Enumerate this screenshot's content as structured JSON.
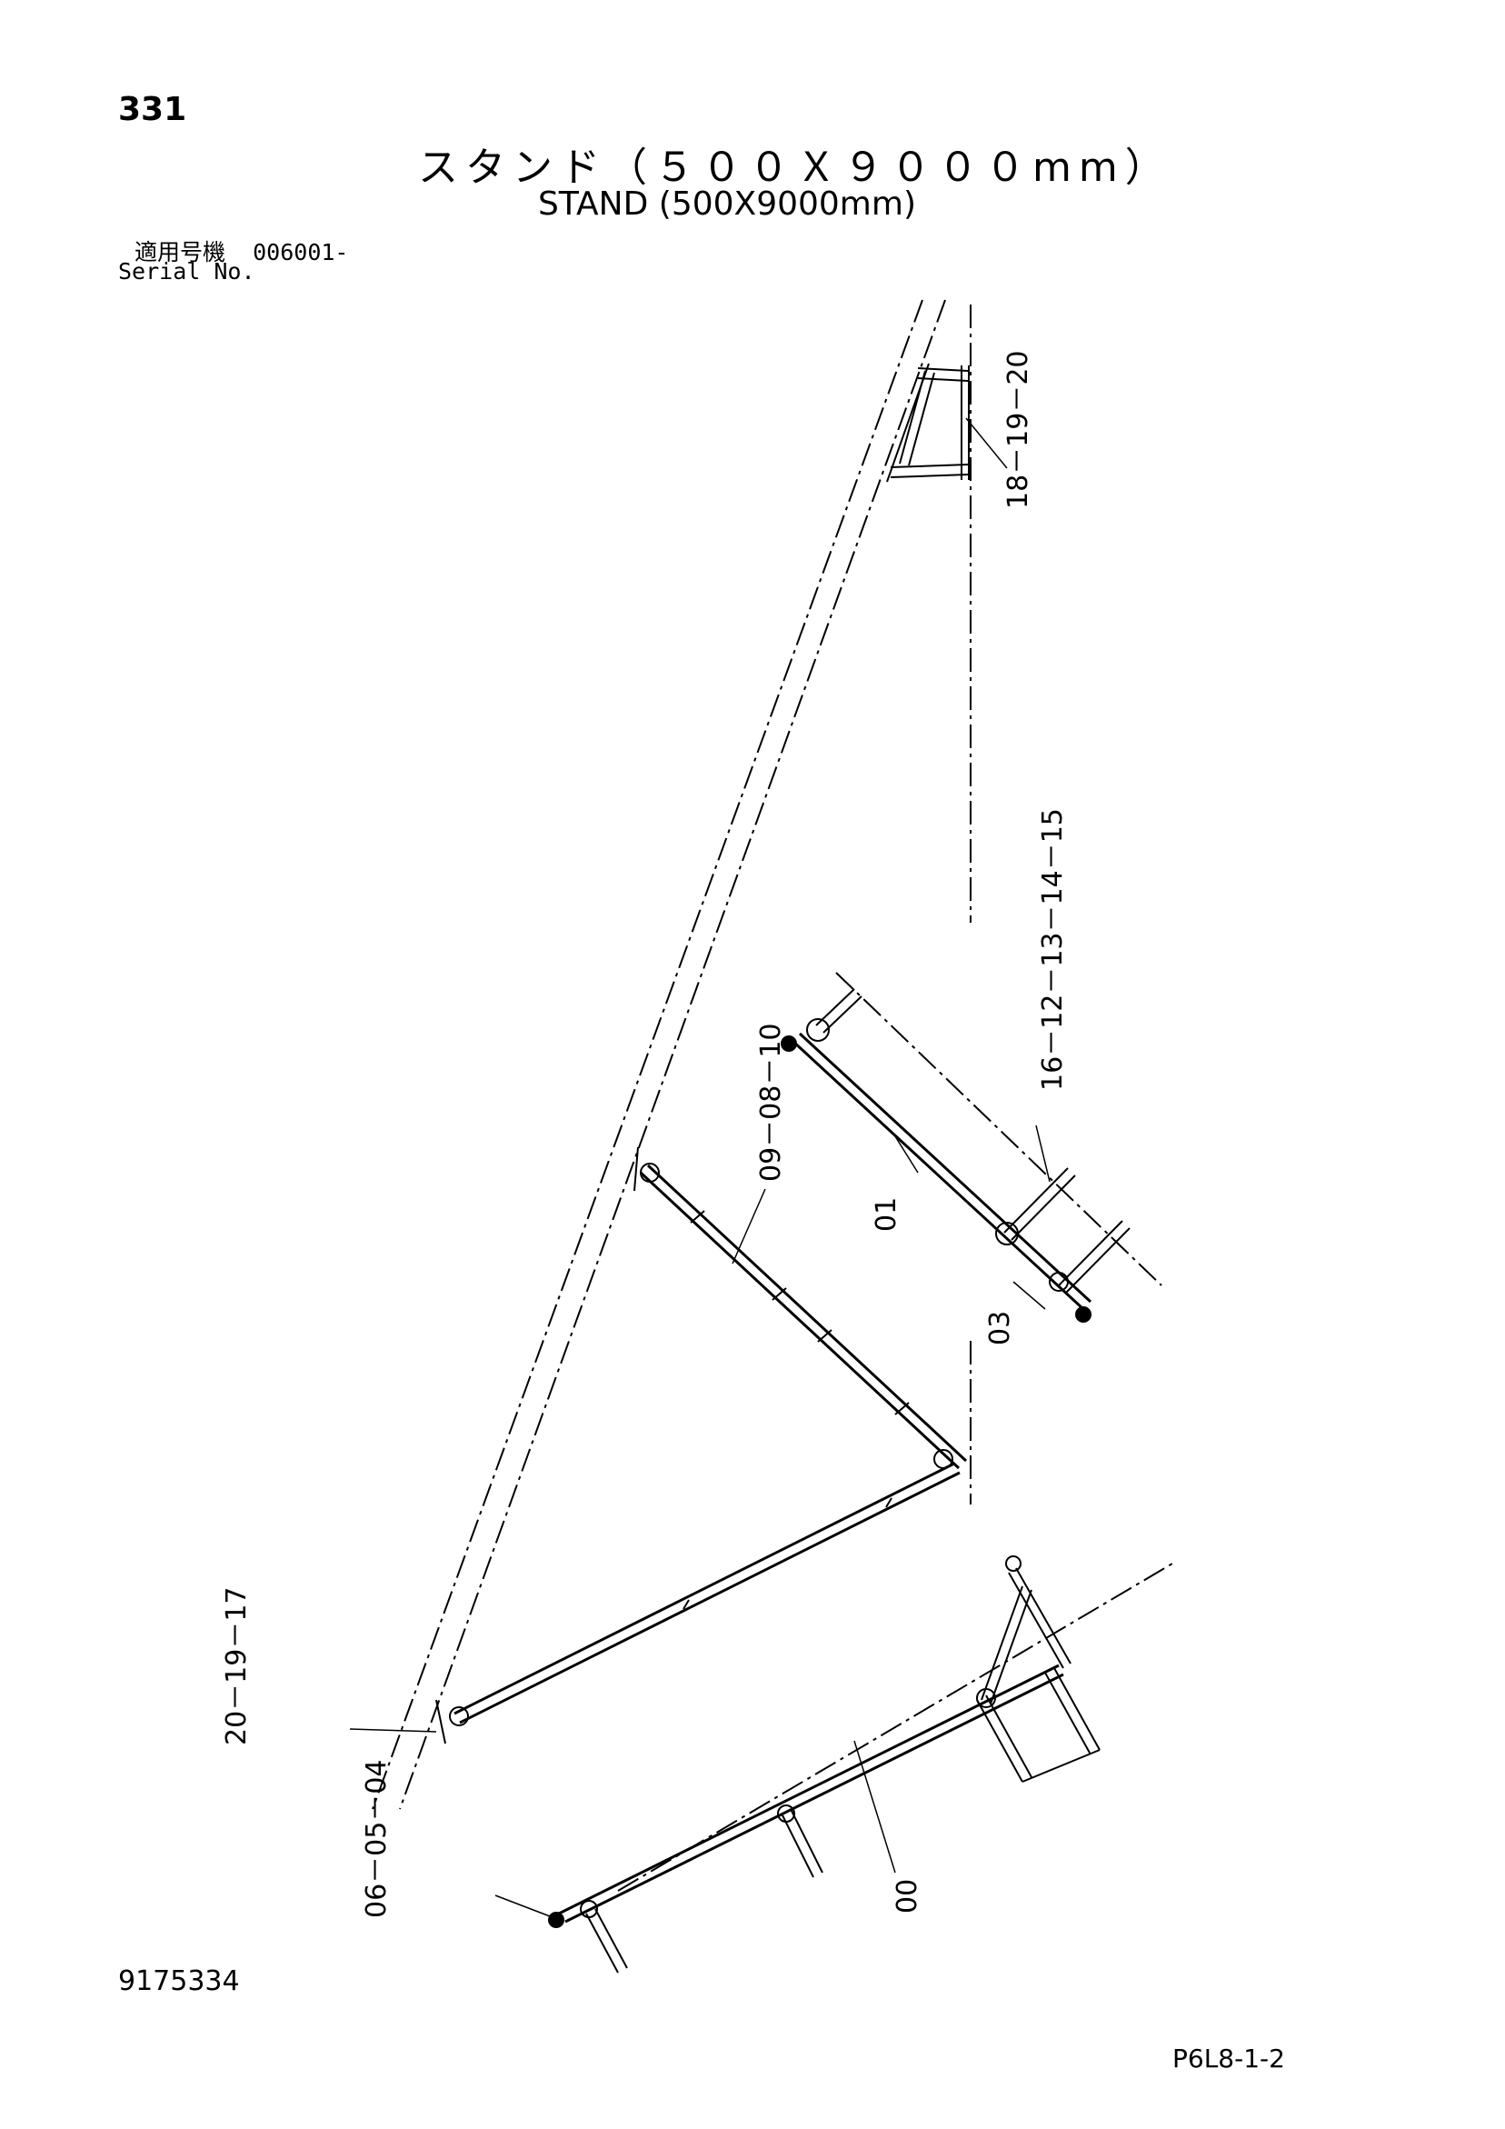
{
  "header": {
    "page_number": "331",
    "title_ja": "スタンド（５００Ｘ９０００mm）",
    "title_en": "STAND (500X9000mm)",
    "serial_label_ja": "適用号機",
    "serial_value": "006001-",
    "serial_label_en": "Serial No."
  },
  "footer": {
    "drawing_number": "9175334",
    "page_ref": "P6L8-1-2"
  },
  "callouts": [
    {
      "id": "c-18-19-20",
      "text": "18－19－20"
    },
    {
      "id": "c-16-12-13-14-15",
      "text": "16－12－13－14－15"
    },
    {
      "id": "c-09-08-10",
      "text": "09－08－10"
    },
    {
      "id": "c-01",
      "text": "01"
    },
    {
      "id": "c-03",
      "text": "03"
    },
    {
      "id": "c-20-19-17",
      "text": "20－19－17"
    },
    {
      "id": "c-06-05-04",
      "text": "06－05－04"
    },
    {
      "id": "c-00",
      "text": "00"
    }
  ]
}
